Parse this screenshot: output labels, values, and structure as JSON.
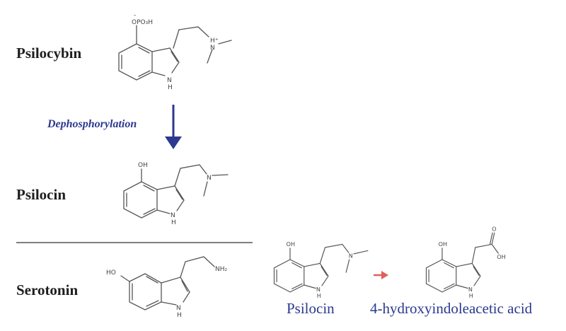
{
  "labels": {
    "psilocybin": "Psilocybin",
    "dephosphorylation": "Dephosphorylation",
    "psilocin": "Psilocin",
    "serotonin": "Serotonin",
    "psilocin_bottom": "Psilocin",
    "metabolite": "4-hydroxyindoleacetic acid"
  },
  "atoms": {
    "phosphate": "OPO₃H",
    "phosphate_charge": "-",
    "nh_plus": "H⁺",
    "n": "N",
    "nh": "N",
    "h": "H",
    "oh": "OH",
    "ho": "HO",
    "nh2": "NH₂",
    "o": "O"
  },
  "colors": {
    "blue_arrow": "#2b3990",
    "red_arrow": "#e0605a",
    "text_blue": "#2b3990"
  }
}
